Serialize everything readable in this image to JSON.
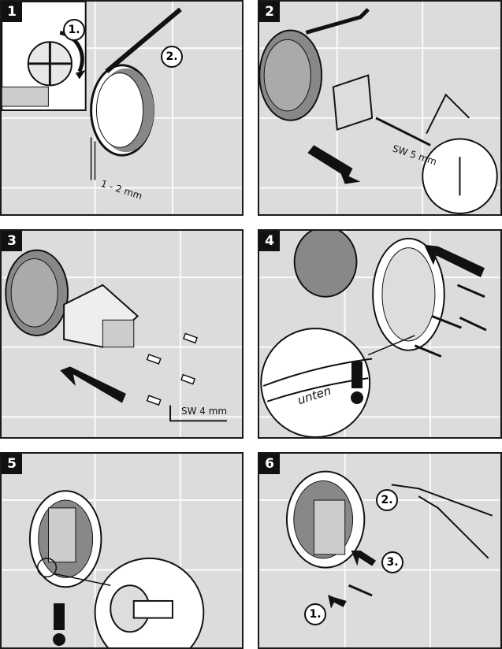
{
  "steps": [
    {
      "number": "1",
      "callouts": [
        "1.",
        "2."
      ],
      "labels": [
        "1 - 2 mm"
      ]
    },
    {
      "number": "2",
      "callouts": [],
      "labels": [
        "SW 5 mm"
      ]
    },
    {
      "number": "3",
      "callouts": [],
      "labels": [
        "SW 4 mm"
      ]
    },
    {
      "number": "4",
      "callouts": [],
      "labels": [
        "unten"
      ]
    },
    {
      "number": "5",
      "callouts": [],
      "labels": []
    },
    {
      "number": "6",
      "callouts": [
        "1.",
        "2.",
        "3."
      ],
      "labels": []
    }
  ],
  "colors": {
    "panel_bg": "#dcdcdc",
    "tile_line": "#ffffff",
    "ink": "#111111"
  }
}
